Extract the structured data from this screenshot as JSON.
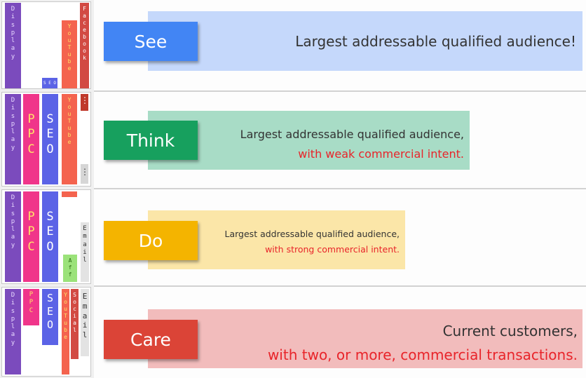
{
  "stages": [
    {
      "label": "See",
      "color": "#4285f4",
      "band_color": "#c5d8fb",
      "line1": "Largest addressable qualified audience!",
      "line2": "",
      "channels": [
        {
          "name": "display",
          "text": "Display",
          "color": "#7b4bbd"
        },
        {
          "name": "seo",
          "text": "SEO",
          "color": "#5b63e6"
        },
        {
          "name": "youtube",
          "text": "YouTube",
          "color": "#f4634e"
        },
        {
          "name": "facebook",
          "text": "Facebook",
          "color": "#d24a43"
        }
      ]
    },
    {
      "label": "Think",
      "color": "#17a05e",
      "band_color": "#a8dcc6",
      "line1": "Largest addressable qualified audience,",
      "line2": "with weak commercial intent.",
      "channels": [
        {
          "name": "display",
          "text": "Display",
          "color": "#7b4bbd"
        },
        {
          "name": "ppc",
          "text": "PPC",
          "color": "#f0358a"
        },
        {
          "name": "seo",
          "text": "SEO",
          "color": "#5b63e6"
        },
        {
          "name": "youtube",
          "text": "YouTube",
          "color": "#f4634e"
        },
        {
          "name": "more-dots-red",
          "text": "⋮",
          "color": "#c0392b"
        },
        {
          "name": "more-dots-grey",
          "text": "⋮",
          "color": "#d6d6d6"
        }
      ]
    },
    {
      "label": "Do",
      "color": "#f4b400",
      "band_color": "#fbe6a8",
      "line1": "Largest addressable qualified audience,",
      "line2": "with strong commercial intent.",
      "channels": [
        {
          "name": "display",
          "text": "Display",
          "color": "#7b4bbd"
        },
        {
          "name": "ppc",
          "text": "PPC",
          "color": "#f0358a"
        },
        {
          "name": "seo",
          "text": "SEO",
          "color": "#5b63e6"
        },
        {
          "name": "youtube-stub",
          "text": "",
          "color": "#f4634e"
        },
        {
          "name": "affiliate",
          "text": "Aff",
          "color": "#9be27a"
        },
        {
          "name": "email",
          "text": "Email",
          "color": "#e3e3e3"
        }
      ]
    },
    {
      "label": "Care",
      "color": "#db4437",
      "band_color": "#f2bcbc",
      "line1": "Current customers,",
      "line2": "with two, or more, commercial transactions.",
      "channels": [
        {
          "name": "display",
          "text": "Display",
          "color": "#7b4bbd"
        },
        {
          "name": "ppc",
          "text": "PPC",
          "color": "#f0358a"
        },
        {
          "name": "seo",
          "text": "SEO",
          "color": "#5b63e6"
        },
        {
          "name": "youtube",
          "text": "YouTube",
          "color": "#f4634e"
        },
        {
          "name": "social",
          "text": "Social",
          "color": "#d24a43"
        },
        {
          "name": "email",
          "text": "Email",
          "color": "#e3e3e3"
        }
      ]
    }
  ]
}
